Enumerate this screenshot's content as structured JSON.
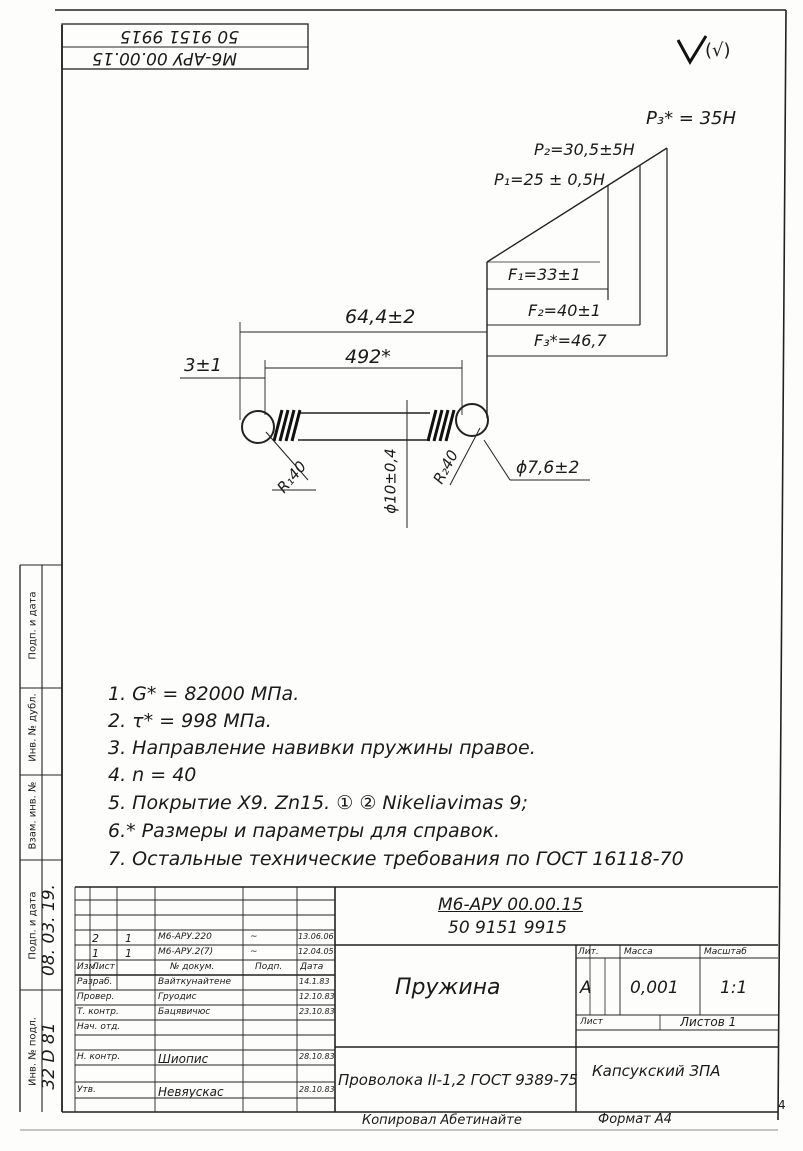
{
  "corner_stamp": {
    "line1": "50 9151 9915",
    "line2": "M6-APУ 00.00.15"
  },
  "roughness_mark": "(√)",
  "diagram": {
    "p3": "P₃* = 35H",
    "p2": "P₂=30,5±5H",
    "p1": "P₁=25 ± 0,5H",
    "f1": "F₁=33±1",
    "f2": "F₂=40±1",
    "f3": "F₃*=46,7",
    "overall_length": "64,4±2",
    "body_length": "492*",
    "hook_offset": "3±1",
    "radius_left": "R₁40",
    "radius_right": "R₂40",
    "outer_diameter": "ϕ10±0,4",
    "wire_diameter": "ϕ7,6±2"
  },
  "notes": [
    "1. G* = 82000 MПa.",
    "2. τ* = 998 MПa.",
    "3. Направление навивки пружины правое.",
    "4. n = 40",
    "5. Покрытие X9. Zn15. ① ② Nikeliavimas 9;",
    "6.* Размеры и параметры для справок.",
    "7. Остальные технические требования по ГОСТ 16118-70"
  ],
  "side_strip": {
    "inv_no": "Инв. № подл.",
    "sign_date": "Подп. и дата",
    "replace_inv": "Взам. инв. №",
    "dup_inv": "Инв. № дубл.",
    "sign_date2": "Подп. и дата",
    "hand_date": "08. 03. 19.",
    "hand_inv": "32 D 81"
  },
  "title_block": {
    "doc_code_1": "M6-APУ 00.00.15",
    "doc_code_2": "50 9151 9915",
    "name": "Пружина",
    "material": "Проволока II-1,2 ГОСТ 9389-75",
    "litera_label": "Лит.",
    "mass_label": "Масса",
    "scale_label": "Масштаб",
    "litera": "A",
    "mass": "0,001",
    "scale": "1:1",
    "sheet_label": "Лист",
    "sheets_label": "Листов 1",
    "org": "Капсукский ЗПА",
    "rev_rows": [
      {
        "izm": "2",
        "list": "1",
        "doc": "M6-APУ.220",
        "sign": "~",
        "date": "13.06.06"
      },
      {
        "izm": "1",
        "list": "1",
        "doc": "M6-APУ.2(7)",
        "sign": "~",
        "date": "12.04.05"
      }
    ],
    "header_row": {
      "izm": "Изм.",
      "list": "Лист",
      "doc": "№ докум.",
      "sign": "Подп.",
      "date": "Дата"
    },
    "people": [
      {
        "role": "Разраб.",
        "name": "Вайткунайтене",
        "date": "14.1.83"
      },
      {
        "role": "Провер.",
        "name": "Груодис",
        "date": "12.10.83"
      },
      {
        "role": "Т. контр.",
        "name": "Бацявичюс",
        "date": "23.10.83"
      },
      {
        "role": "Нач. отд.",
        "name": "",
        "date": ""
      },
      {
        "role": "Н. контр.",
        "name": "Шиопис",
        "date": "28.10.83"
      },
      {
        "role": "Утв.",
        "name": "Невяускас",
        "date": "28.10.83"
      }
    ]
  },
  "footer": {
    "copied": "Копировал Абетинайте",
    "format": "Формат A4"
  },
  "margin_mark": "4"
}
